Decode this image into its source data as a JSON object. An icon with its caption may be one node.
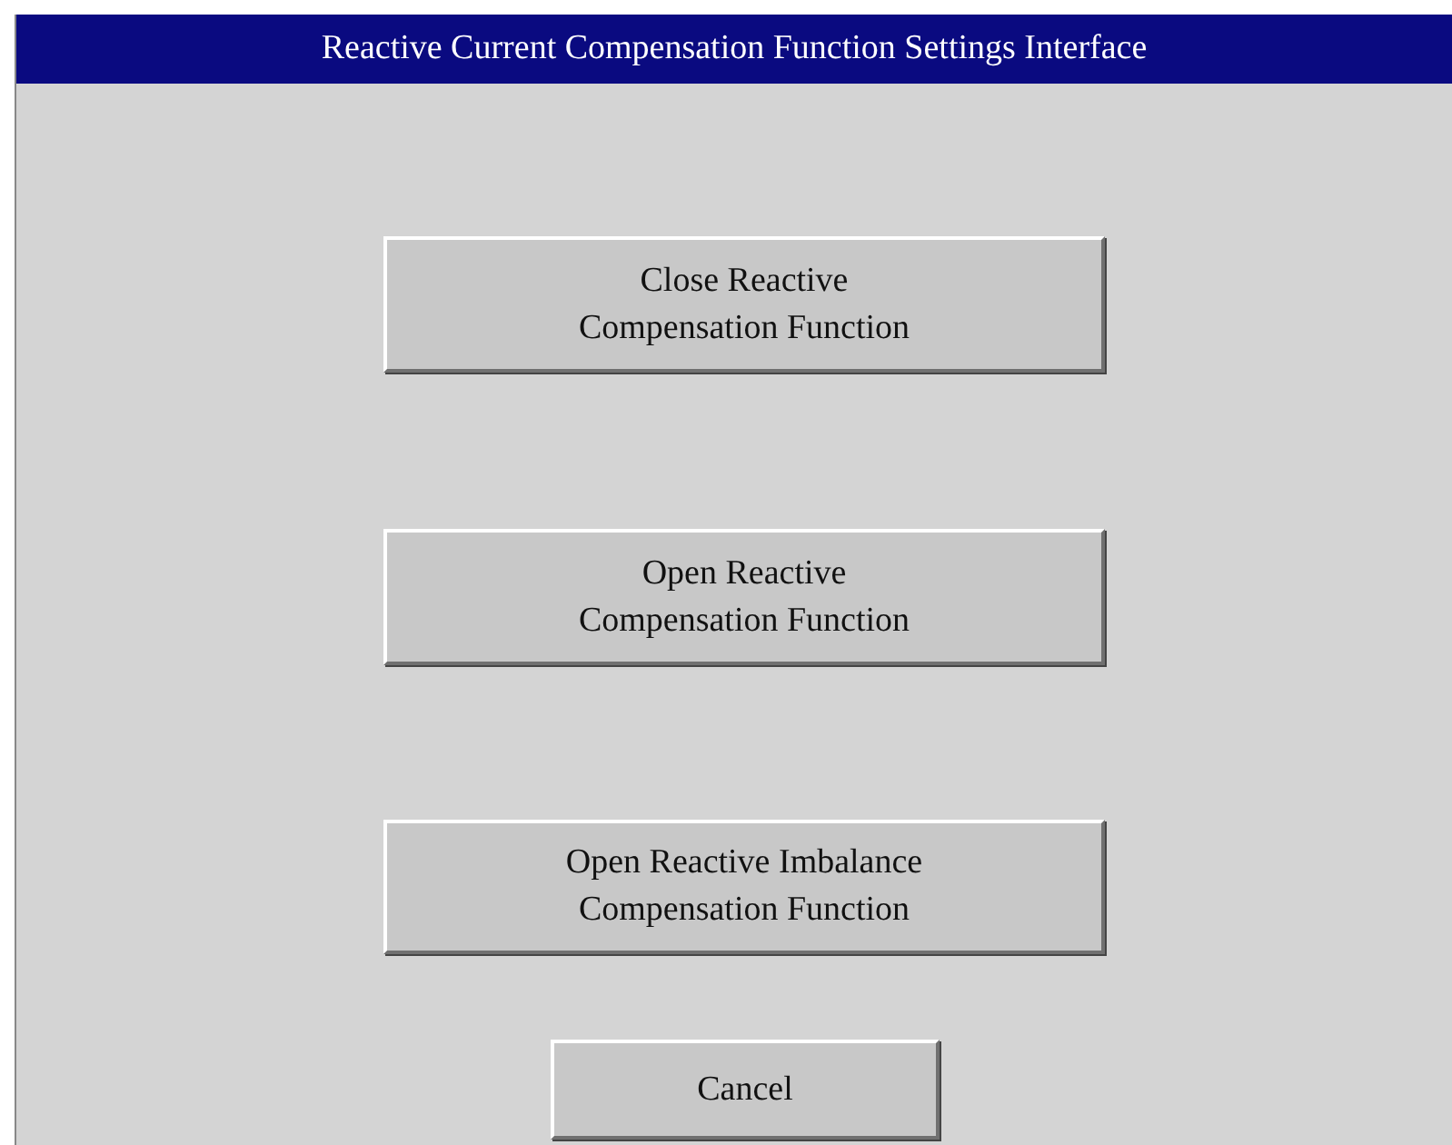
{
  "diagram": {
    "title": "Reactive Current Compensation Function Settings Interface",
    "nodes": [
      {
        "text": [
          "Close Reactive Compensation Function"
        ]
      },
      {
        "text": [
          "Open Reactive Compensation Function"
        ]
      },
      {
        "text": [
          "Open Reactive Imbalance Compensation Function"
        ]
      },
      {
        "text": [
          "Cancel"
        ]
      }
    ]
  }
}
